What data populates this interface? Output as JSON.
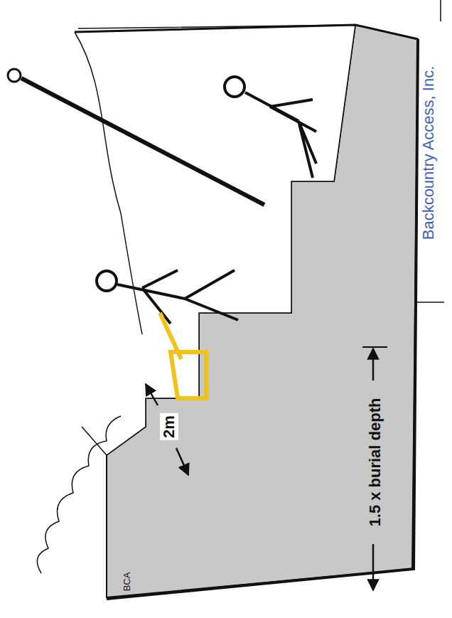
{
  "diagram": {
    "labels": [
      "2m",
      "1.5 x burial depth",
      "BCA",
      "Backcountry Access, Inc."
    ]
  }
}
